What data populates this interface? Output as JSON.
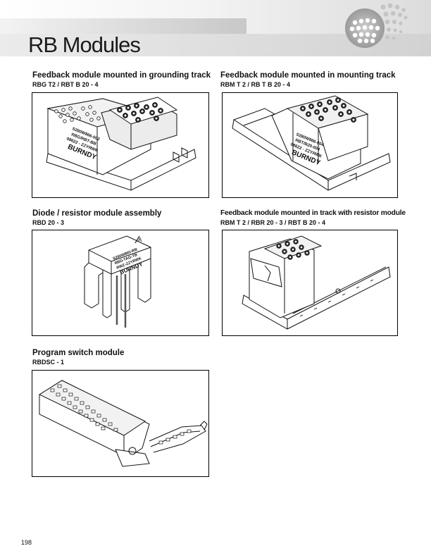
{
  "header": {
    "title": "RB Modules"
  },
  "sections": [
    {
      "heading": "Feedback module mounted in grounding track",
      "code": "RBG T2 / RBT B 20 - 4",
      "figure_text": [
        "S280W866-002",
        "RBG/RBT-BB",
        "08622 - ZZYRWK",
        "BURNDY"
      ]
    },
    {
      "heading": "Feedback module mounted in mounting track",
      "code": "RBM T 2 / RB T B 20 - 4",
      "figure_text": [
        "S280W866-004",
        "RBT/B20-004",
        "08622 - ZZYRWK",
        "BURNDY"
      ]
    },
    {
      "heading": "Diode / resistor module assembly",
      "code": "RBD 20 - 3",
      "figure_text": [
        "S280W865-RB",
        "RBD-TAG-TB",
        "RWZ-ZZYRWK",
        "BURNDY"
      ]
    },
    {
      "heading": "Feedback module mounted in track with resistor module",
      "code": "RBM T 2 / RBR 20 - 3 / RBT B 20 - 4",
      "figure_text": []
    },
    {
      "heading": "Program switch module",
      "code": "RBDSC - 1",
      "figure_text": []
    }
  ],
  "footer": {
    "page_number": "198"
  }
}
